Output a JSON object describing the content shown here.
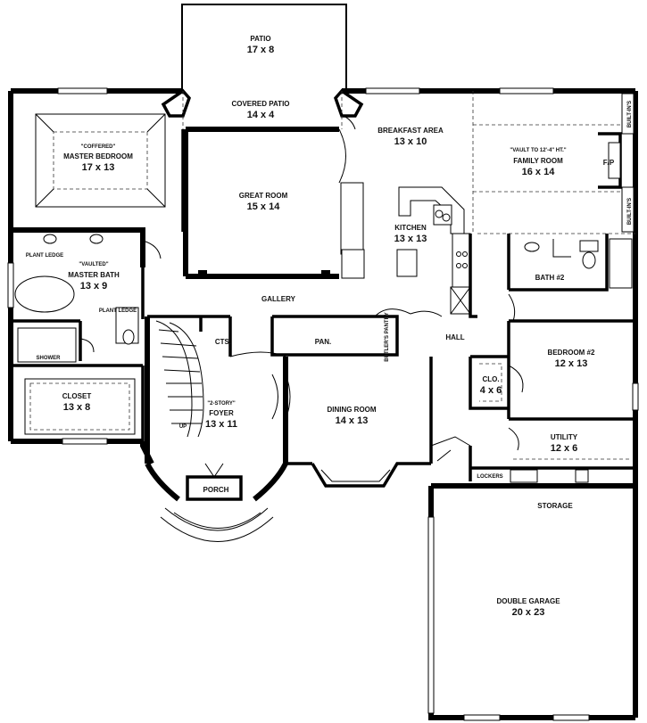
{
  "rooms": {
    "patio": {
      "name": "PATIO",
      "size": "17 x 8"
    },
    "covered_patio": {
      "name": "COVERED PATIO",
      "size": "14 x 4"
    },
    "master_bedroom": {
      "note": "\"COFFERED\"",
      "name": "MASTER BEDROOM",
      "size": "17 x 13"
    },
    "great_room": {
      "name": "GREAT ROOM",
      "size": "15 x 14"
    },
    "breakfast_area": {
      "name": "BREAKFAST AREA",
      "size": "13 x 10"
    },
    "family_room": {
      "note": "\"VAULT TO 12'-4\" HT.\"",
      "name": "FAMILY ROOM",
      "size": "16 x 14"
    },
    "kitchen": {
      "name": "KITCHEN",
      "size": "13 x 13"
    },
    "master_bath": {
      "note": "\"VAULTED\"",
      "name": "MASTER BATH",
      "size": "13 x 9"
    },
    "closet": {
      "name": "CLOSET",
      "size": "13 x 8"
    },
    "foyer": {
      "note": "\"2-STORY\"",
      "name": "FOYER",
      "size": "13 x 11"
    },
    "dining_room": {
      "name": "DINING ROOM",
      "size": "14 x 13"
    },
    "bedroom2": {
      "name": "BEDROOM #2",
      "size": "12 x 13"
    },
    "closet2": {
      "name": "CLO.",
      "size": "4 x 6"
    },
    "utility": {
      "name": "UTILITY",
      "size": "12 x 6"
    },
    "double_garage": {
      "name": "DOUBLE GARAGE",
      "size": "20 x 23"
    }
  },
  "labels": {
    "fp": "F/P",
    "built_ins_1": "BUILT-IN'S",
    "built_ins_2": "BUILT-IN'S",
    "gallery": "GALLERY",
    "plant_ledge_1": "PLANT LEDGE",
    "plant_ledge_2": "PLANT LEDGE",
    "shower": "SHOWER",
    "bath2": "BATH #2",
    "cts": "CTS.",
    "pan": "PAN.",
    "butlers_pantry": "BUTLER'S PANTRY",
    "hall": "HALL",
    "up": "UP",
    "porch": "PORCH",
    "lockers": "LOCKERS",
    "storage": "STORAGE"
  }
}
